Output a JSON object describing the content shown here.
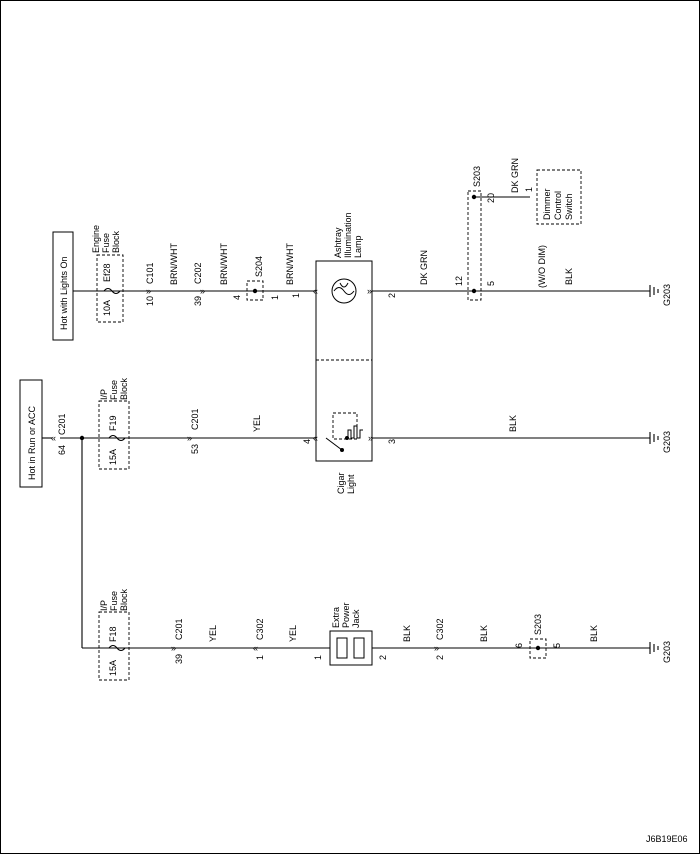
{
  "supply": {
    "lights_on": "Hot with Lights On",
    "run_acc": "Hot in Run or ACC"
  },
  "fuses": {
    "ef28": {
      "block": [
        "Engine",
        "Fuse",
        "Block"
      ],
      "name": "Ef28",
      "rating": "10A"
    },
    "f19": {
      "block": [
        "I/P",
        "Fuse",
        "Block"
      ],
      "name": "F19",
      "rating": "15A"
    },
    "f18": {
      "block": [
        "I/P",
        "Fuse",
        "Block"
      ],
      "name": "F18",
      "rating": "15A"
    }
  },
  "connectors": {
    "c101": {
      "pin": "10",
      "name": "C101"
    },
    "c202": {
      "pin": "39",
      "name": "C202"
    },
    "c201_top": {
      "pin": "64",
      "name": "C201"
    },
    "c201_f19": {
      "pin": "53",
      "name": "C201"
    },
    "c201_f18": {
      "pin": "39",
      "name": "C201"
    },
    "c302_in": {
      "pin": "1",
      "name": "C302"
    },
    "c302_out": {
      "pin": "2",
      "name": "C302"
    }
  },
  "splices": {
    "s204": {
      "name": "S204",
      "pin_in": "4",
      "pin_out": "1"
    },
    "s203_top": {
      "name": "S203",
      "pin_a": "20",
      "pin_b": "12",
      "pin_c": "5"
    },
    "s203_bottom": {
      "name": "S203",
      "pin_in": "6",
      "pin_out": "5"
    }
  },
  "wires": {
    "brn_wht": "BRN/WHT",
    "yel": "YEL",
    "blk": "BLK",
    "dk_grn": "DK GRN"
  },
  "components": {
    "ashtray": {
      "label": [
        "Ashtray",
        "Illumination",
        "Lamp"
      ],
      "pin_in": "1",
      "pin_out": "2"
    },
    "cigar": {
      "label": [
        "Cigar",
        "Light"
      ],
      "pin_in": "4",
      "pin_out": "3"
    },
    "extra_jack": {
      "label": [
        "Extra",
        "Power",
        "Jack"
      ],
      "pin_in": "1",
      "pin_out": "2"
    },
    "dimmer": {
      "label": [
        "Dimmer",
        "Control",
        "Switch"
      ],
      "pin": "1"
    }
  },
  "notes": {
    "wo_dim": "(W/O DIM)"
  },
  "grounds": {
    "g203": "G203"
  },
  "figure_id": "J6B19E06"
}
